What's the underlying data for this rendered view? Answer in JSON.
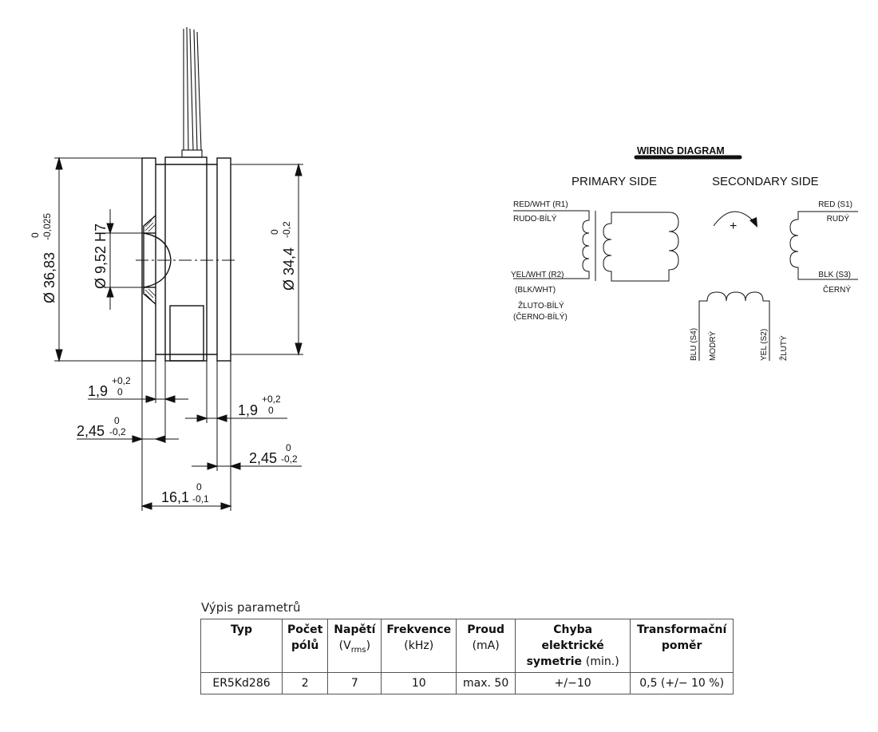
{
  "mechanical": {
    "outer_diameter": "Ø 36,83",
    "outer_diameter_tol_upper": "0",
    "outer_diameter_tol_lower": "-0,025",
    "bore_diameter": "Ø 9,52 H7",
    "inner_diameter": "Ø 34,4",
    "inner_diameter_tol_upper": "0",
    "inner_diameter_tol_lower": "-0,2",
    "dim_a": "1,9",
    "dim_a_tol_upper": "+0,2",
    "dim_a_tol_lower": "0",
    "dim_b": "2,45",
    "dim_b_tol_upper": "0",
    "dim_b_tol_lower": "-0,2",
    "dim_c": "1,9",
    "dim_c_tol_upper": "+0,2",
    "dim_c_tol_lower": "0",
    "dim_d": "2,45",
    "dim_d_tol_upper": "0",
    "dim_d_tol_lower": "-0,2",
    "length": "16,1",
    "length_tol_upper": "0",
    "length_tol_lower": "-0,1"
  },
  "wiring": {
    "title": "WIRING DIAGRAM",
    "primary_label": "PRIMARY SIDE",
    "secondary_label": "SECONDARY SIDE",
    "r1_en": "RED/WHT (R1)",
    "r1_cz": "RUDO-BÍLÝ",
    "r2_en": "YEL/WHT (R2)",
    "r2_alt": "(BLK/WHT)",
    "r2_cz": "ŽLUTO-BÍLÝ",
    "r2_cz_alt": "(ČERNO-BÍLÝ)",
    "s1_en": "RED (S1)",
    "s1_cz": "RUDÝ",
    "s3_en": "BLK (S3)",
    "s3_cz": "ČERNÝ",
    "s4_en": "BLU (S4)",
    "s4_cz": "MODRÝ",
    "s2_en": "YEL (S2)",
    "s2_cz": "ŽLUTÝ",
    "plus": "+"
  },
  "table": {
    "caption": "Výpis parametrů",
    "headers": [
      {
        "line1": "Typ",
        "line2": "",
        "unit": ""
      },
      {
        "line1": "Počet",
        "line2": "pólů",
        "unit": ""
      },
      {
        "line1": "Napětí",
        "line2": "",
        "unit": "(Vrms)"
      },
      {
        "line1": "Frekvence",
        "line2": "",
        "unit": "(kHz)"
      },
      {
        "line1": "Proud",
        "line2": "",
        "unit": "(mA)"
      },
      {
        "line1": "Chyba elektrické",
        "line2": "symetrie",
        "unit": "(min.)"
      },
      {
        "line1": "Transformační",
        "line2": "poměr",
        "unit": ""
      }
    ],
    "rows": [
      [
        "ER5Kd286",
        "2",
        "7",
        "10",
        "max. 50",
        "+/−10",
        "0,5 (+/− 10 %)"
      ]
    ]
  }
}
